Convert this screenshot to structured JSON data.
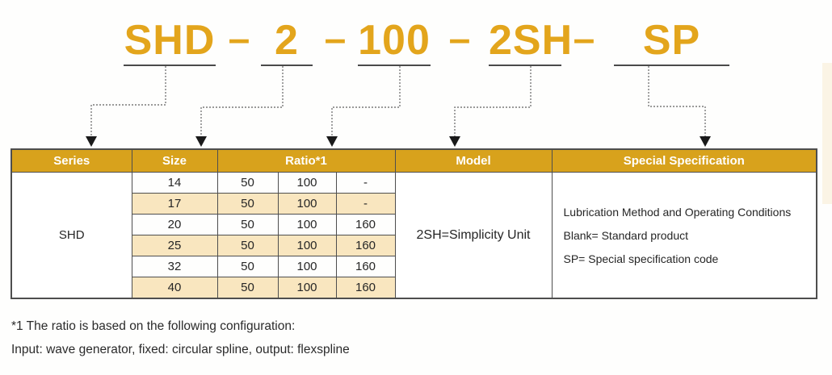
{
  "colors": {
    "code_gold": "#e3a51c",
    "header_gold": "#d8a21c",
    "row_stripe_cream": "#f9e6bf",
    "underline_gray": "#4a4a4a",
    "arrow_gray": "#7a7a7a",
    "table_border": "#4e4e4e",
    "body_text": "#262626"
  },
  "ordering_code": {
    "segments": [
      "SHD",
      "2",
      "100",
      "2SH",
      "SP"
    ],
    "separator": "–"
  },
  "table": {
    "headers": {
      "series": "Series",
      "size": "Size",
      "ratio": "Ratio*1",
      "model": "Model",
      "special": "Special Specification"
    },
    "series_value": "SHD",
    "rows": [
      {
        "size": "14",
        "ratio_a": "50",
        "ratio_b": "100",
        "ratio_c": "-"
      },
      {
        "size": "17",
        "ratio_a": "50",
        "ratio_b": "100",
        "ratio_c": "-"
      },
      {
        "size": "20",
        "ratio_a": "50",
        "ratio_b": "100",
        "ratio_c": "160"
      },
      {
        "size": "25",
        "ratio_a": "50",
        "ratio_b": "100",
        "ratio_c": "160"
      },
      {
        "size": "32",
        "ratio_a": "50",
        "ratio_b": "100",
        "ratio_c": "160"
      },
      {
        "size": "40",
        "ratio_a": "50",
        "ratio_b": "100",
        "ratio_c": "160"
      }
    ],
    "model_value": "2SH=Simplicity Unit",
    "special_lines": [
      "Lubrication Method and Operating Conditions",
      "Blank= Standard product",
      "SP= Special specification code"
    ]
  },
  "footnote": {
    "line1": "*1 The ratio is based on the following configuration:",
    "line2": "Input: wave generator, fixed: circular spline, output: flexspline"
  }
}
